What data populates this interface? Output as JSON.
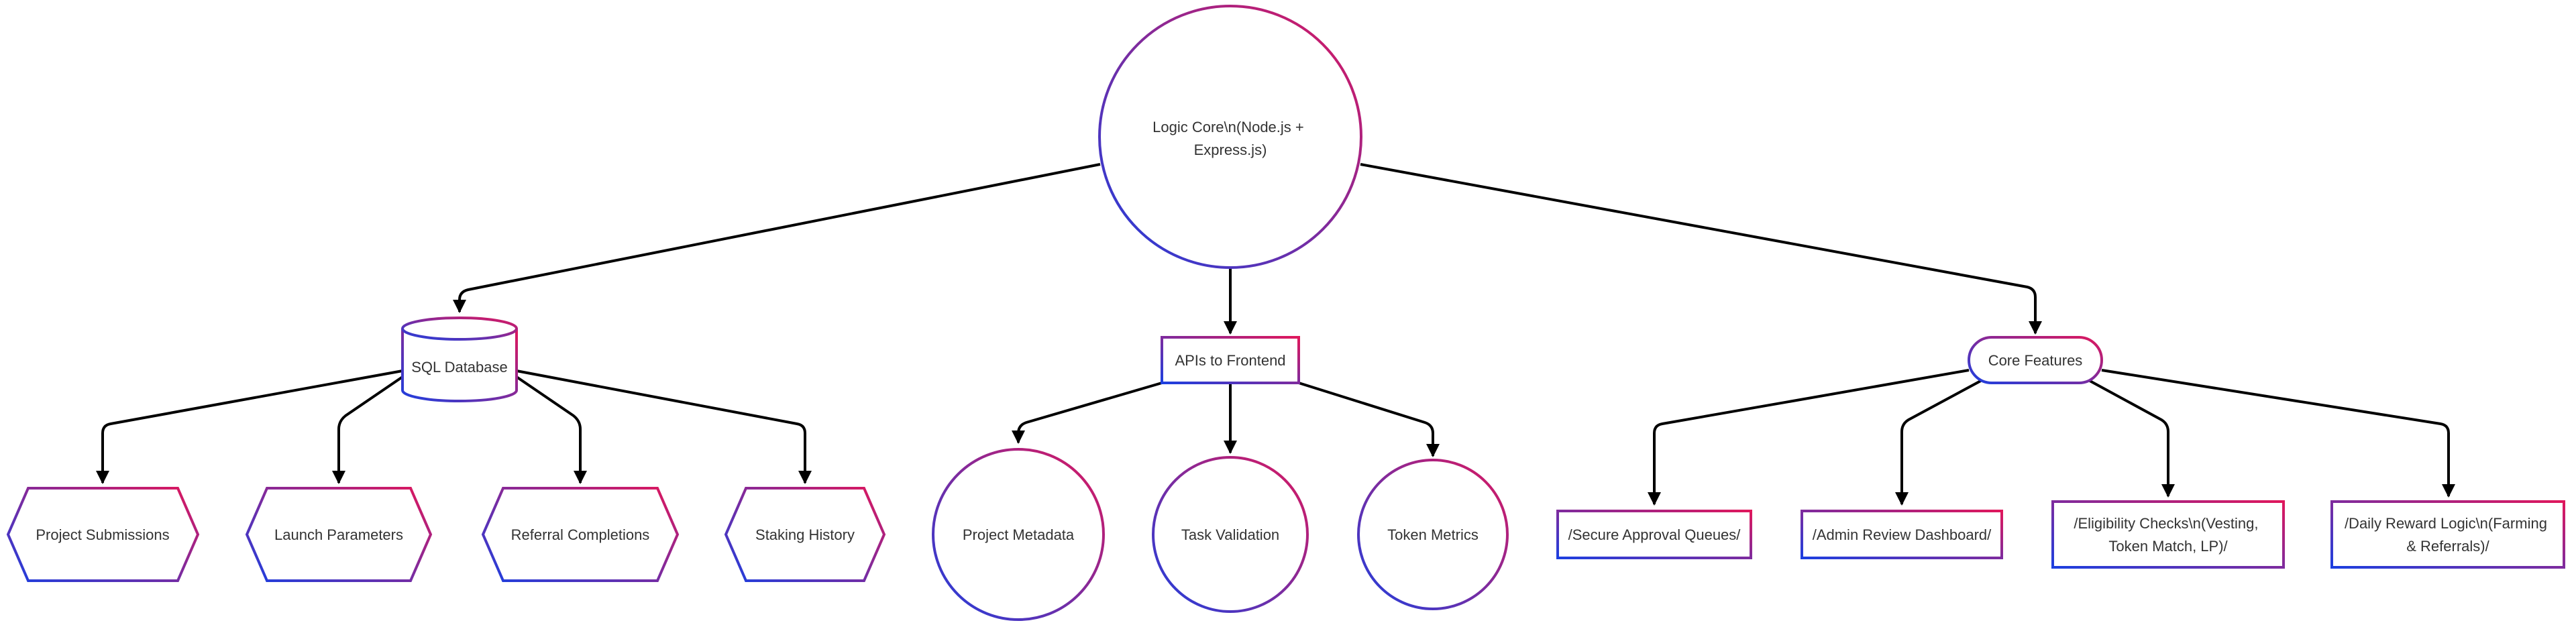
{
  "diagram": {
    "colors": {
      "gradient_start": "#1c3fe0",
      "gradient_end": "#e0175c",
      "edge": "#000000",
      "text": "#333333"
    },
    "nodes": {
      "logic_core": {
        "label_lines": [
          "Logic Core\\n(Node.js +",
          "Express.js)"
        ],
        "shape": "circle"
      },
      "sql_database": {
        "label_lines": [
          "SQL Database"
        ],
        "shape": "cylinder"
      },
      "apis_to_frontend": {
        "label_lines": [
          "APIs to Frontend"
        ],
        "shape": "rectangle"
      },
      "core_features": {
        "label_lines": [
          "Core Features"
        ],
        "shape": "stadium"
      },
      "project_submissions": {
        "label_lines": [
          "Project Submissions"
        ],
        "shape": "hexagon"
      },
      "launch_parameters": {
        "label_lines": [
          "Launch Parameters"
        ],
        "shape": "hexagon"
      },
      "referral_completions": {
        "label_lines": [
          "Referral Completions"
        ],
        "shape": "hexagon"
      },
      "staking_history": {
        "label_lines": [
          "Staking History"
        ],
        "shape": "hexagon"
      },
      "project_metadata": {
        "label_lines": [
          "Project Metadata"
        ],
        "shape": "circle"
      },
      "task_validation": {
        "label_lines": [
          "Task Validation"
        ],
        "shape": "circle"
      },
      "token_metrics": {
        "label_lines": [
          "Token Metrics"
        ],
        "shape": "circle"
      },
      "secure_approval_queues": {
        "label_lines": [
          "/Secure Approval Queues/"
        ],
        "shape": "rectangle"
      },
      "admin_review_dashboard": {
        "label_lines": [
          "/Admin Review Dashboard/"
        ],
        "shape": "rectangle"
      },
      "eligibility_checks": {
        "label_lines": [
          "/Eligibility Checks\\n(Vesting,",
          "Token Match, LP)/"
        ],
        "shape": "rectangle"
      },
      "daily_reward_logic": {
        "label_lines": [
          "/Daily Reward Logic\\n(Farming",
          "& Referrals)/"
        ],
        "shape": "rectangle"
      }
    },
    "edges": [
      {
        "from": "logic_core",
        "to": "sql_database"
      },
      {
        "from": "logic_core",
        "to": "apis_to_frontend"
      },
      {
        "from": "logic_core",
        "to": "core_features"
      },
      {
        "from": "sql_database",
        "to": "project_submissions"
      },
      {
        "from": "sql_database",
        "to": "launch_parameters"
      },
      {
        "from": "sql_database",
        "to": "referral_completions"
      },
      {
        "from": "sql_database",
        "to": "staking_history"
      },
      {
        "from": "apis_to_frontend",
        "to": "project_metadata"
      },
      {
        "from": "apis_to_frontend",
        "to": "task_validation"
      },
      {
        "from": "apis_to_frontend",
        "to": "token_metrics"
      },
      {
        "from": "core_features",
        "to": "secure_approval_queues"
      },
      {
        "from": "core_features",
        "to": "admin_review_dashboard"
      },
      {
        "from": "core_features",
        "to": "eligibility_checks"
      },
      {
        "from": "core_features",
        "to": "daily_reward_logic"
      }
    ]
  }
}
